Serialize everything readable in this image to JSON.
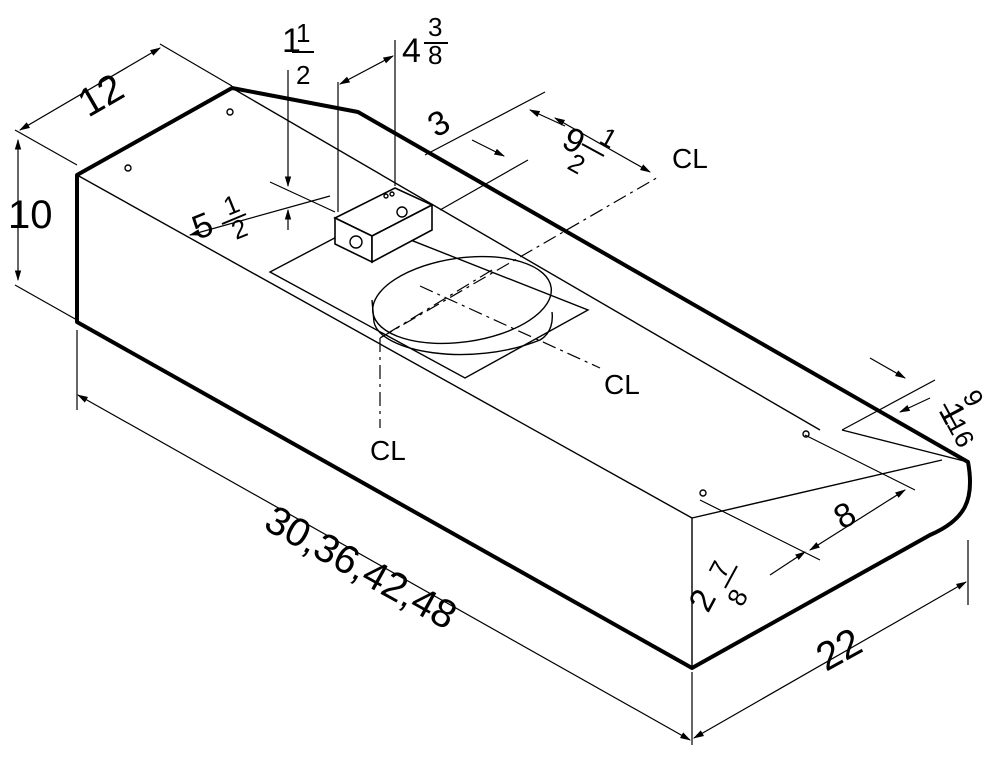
{
  "dimensions": {
    "width_options": "30,36,42,48",
    "depth": "22",
    "height": "10",
    "front_depth": "12",
    "box_offset_whole": "1",
    "box_offset_den": "2",
    "box_width_whole": "4",
    "box_width_num": "3",
    "box_width_den": "8",
    "box_side_whole": "5",
    "box_side_num": "1",
    "box_side_den": "2",
    "duct_offset": "3",
    "centerline_whole": "9",
    "centerline_num": "1",
    "centerline_den": "2",
    "front_slot": "8",
    "front_edge_whole": "2",
    "front_edge_num": "7",
    "front_edge_den": "8",
    "lip_whole": "1",
    "lip_num": "9",
    "lip_den": "16"
  },
  "centerline_symbol": "CL",
  "colors": {
    "line": "#000000",
    "background": "#ffffff"
  }
}
